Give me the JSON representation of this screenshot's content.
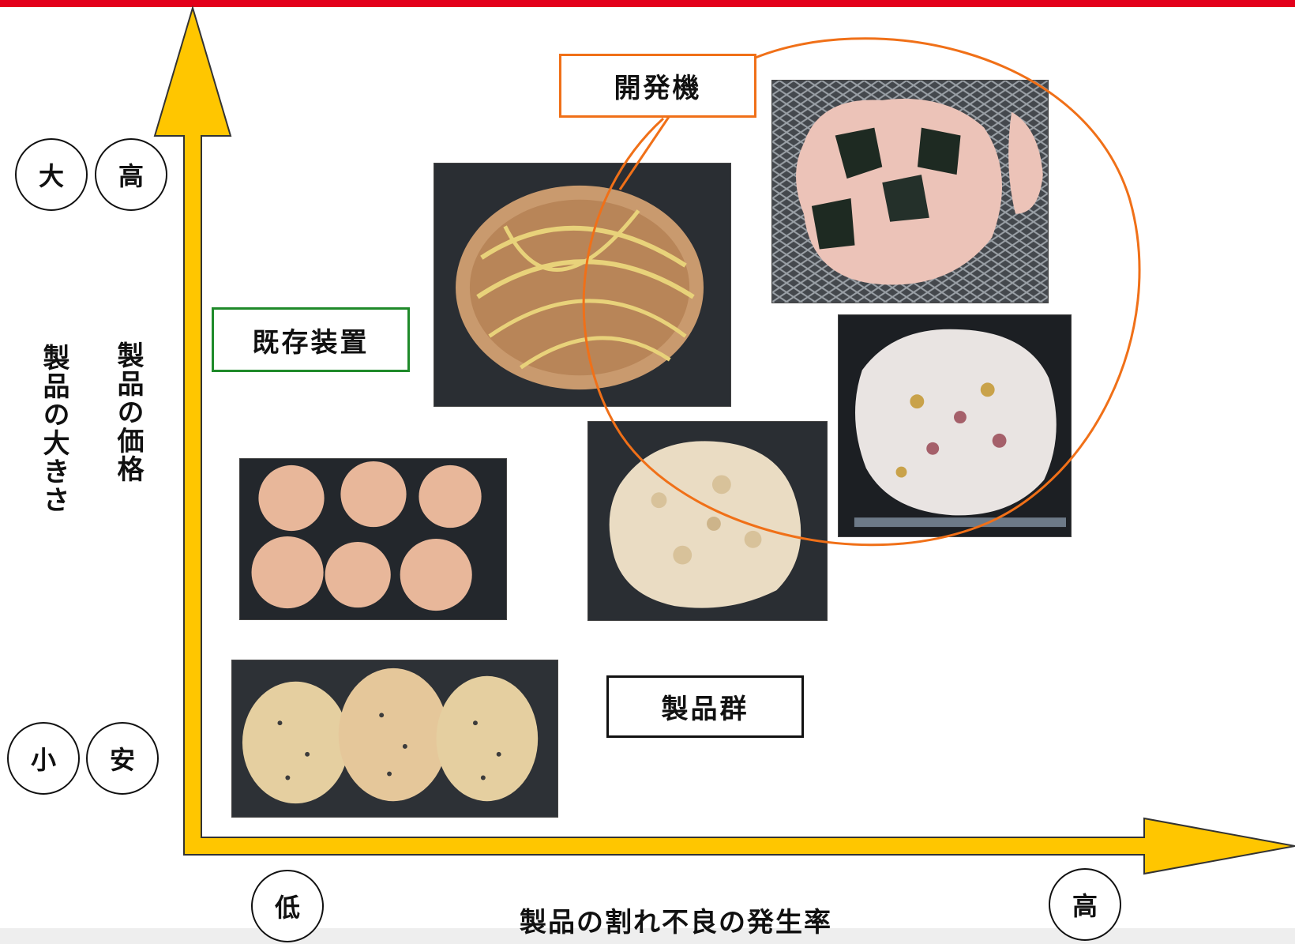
{
  "labels": {
    "developed_machine": "開発機",
    "existing_equipment": "既存装置",
    "product_group": "製品群"
  },
  "y_axis": {
    "size_label": "製品の大きさ",
    "price_label": "製品の価格",
    "size_high": "大",
    "price_high": "高",
    "size_low": "小",
    "price_low": "安"
  },
  "x_axis": {
    "label": "製品の割れ不良の発生率",
    "low": "低",
    "high": "高"
  },
  "colors": {
    "top_bar": "#e3001b",
    "axis_fill": "#ffc600",
    "developed_outline": "#f07018",
    "existing_outline": "#1f8a2a",
    "product_outline": "#111111"
  },
  "icons": {
    "rice-cracker-photos": "food-photo"
  }
}
